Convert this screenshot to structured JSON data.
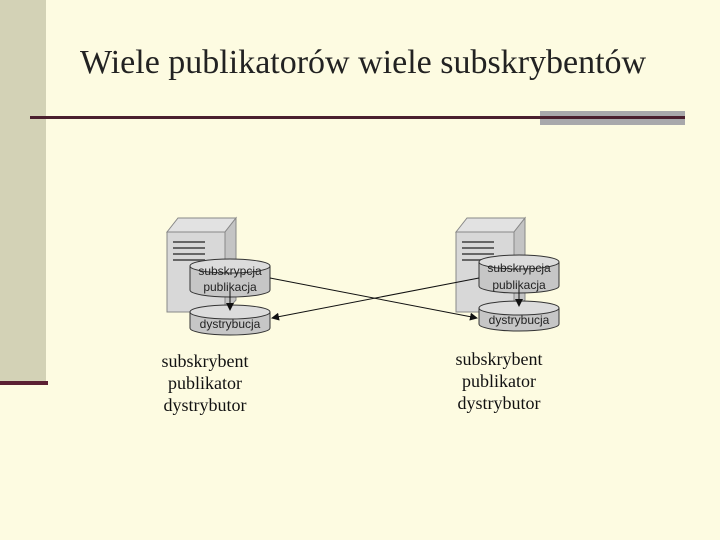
{
  "slide": {
    "title": "Wiele publikatorów wiele subskrybentów"
  },
  "nodes": [
    {
      "disk_top_line1": "subskrypcja",
      "disk_top_line2": "publikacja",
      "disk_bottom": "dystrybucja",
      "caption": [
        "subskrybent",
        "publikator",
        "dystrybutor"
      ]
    },
    {
      "disk_top_line1": "subskrypcja",
      "disk_top_line2": "publikacja",
      "disk_bottom": "dystrybucja",
      "caption": [
        "subskrybent",
        "publikator",
        "dystrybutor"
      ]
    }
  ],
  "colors": {
    "background": "#fdfbe1",
    "left_bar": "#d3d2b6",
    "accent_dark": "#4a1f2e",
    "rule_gray": "#a8a8ab"
  }
}
